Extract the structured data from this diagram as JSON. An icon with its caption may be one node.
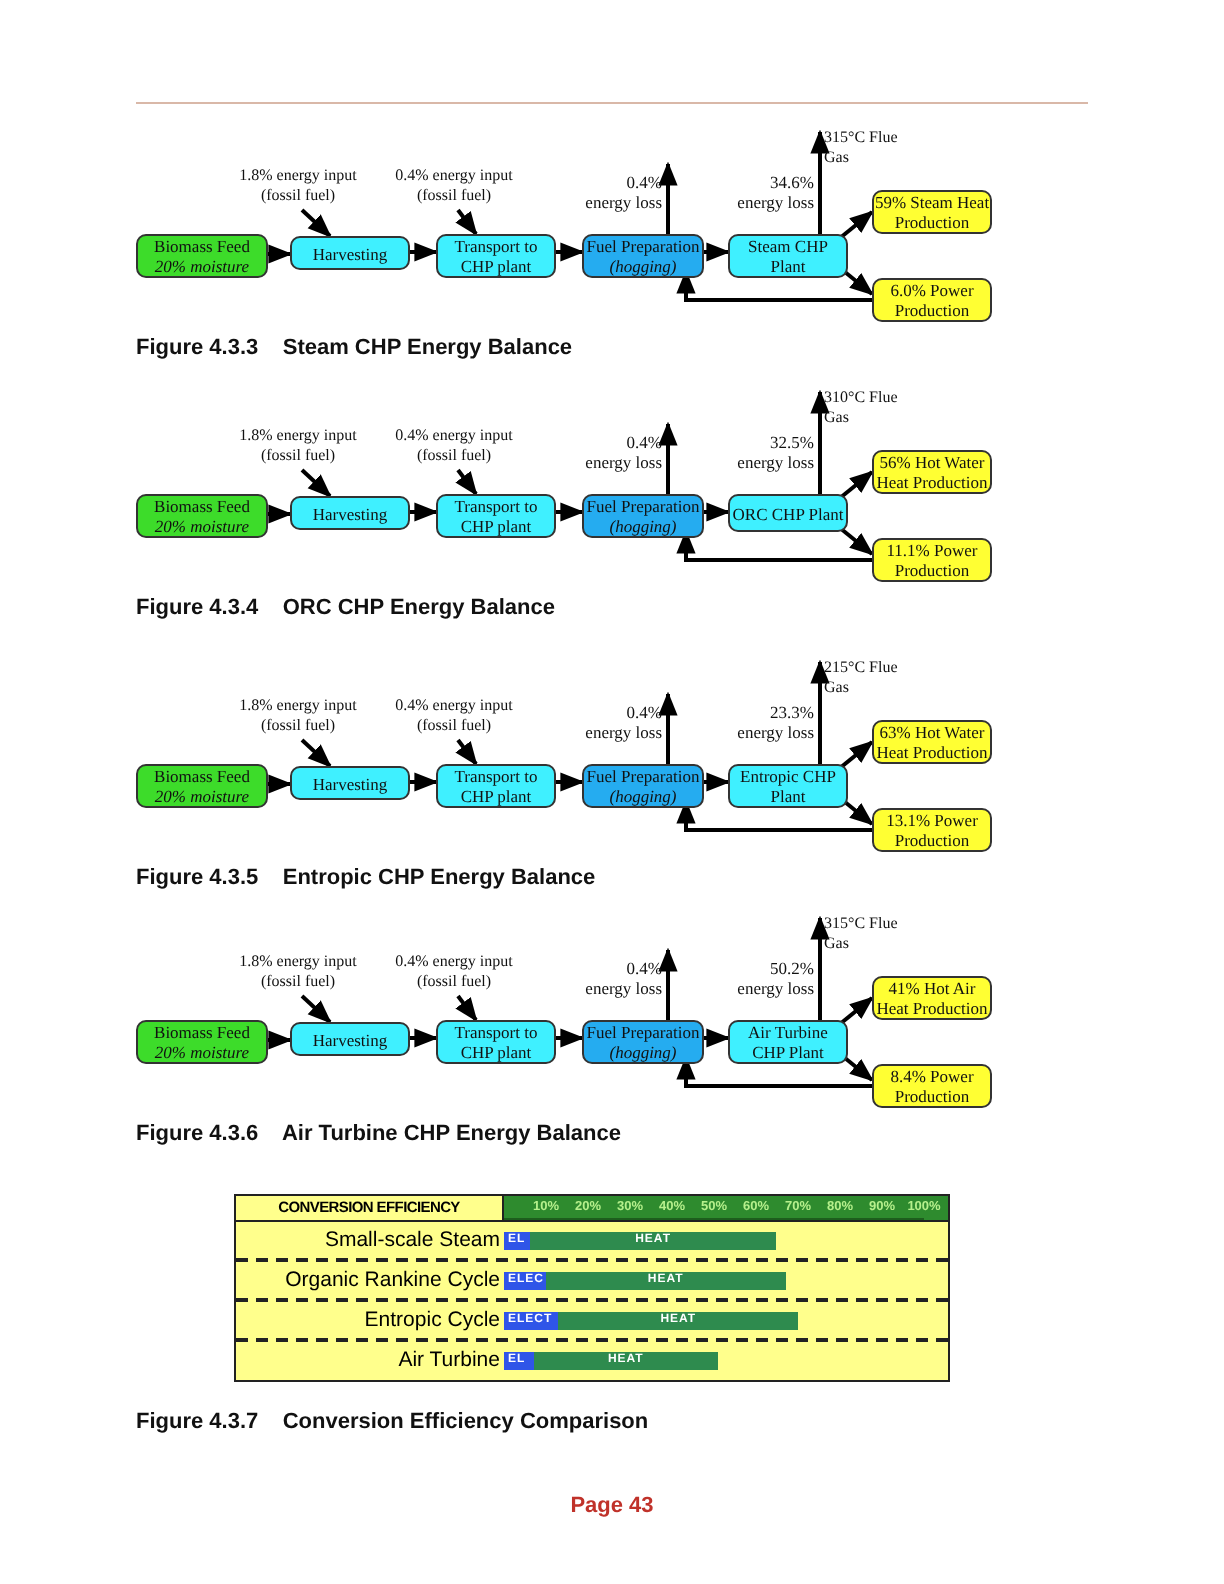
{
  "diagram": {
    "nodes": [
      {
        "text": [
          "1.8%  energy input (fossil fuel)"
        ]
      },
      {
        "text": [
          "0.4% energy input (fossil fuel)"
        ]
      },
      {
        "text": [
          "Biomass Feed",
          "20% moisture"
        ]
      },
      {
        "text": [
          "Harvesting"
        ]
      },
      {
        "text": [
          "Transport to CHP plant"
        ]
      },
      {
        "text": [
          "Fuel Preparation",
          "(hogging)"
        ]
      },
      {
        "text": [
          "Steam CHP Plant"
        ]
      },
      {
        "text": [
          "315°C Flue Gas"
        ]
      },
      {
        "text": [
          "59% Steam Heat Production"
        ]
      },
      {
        "text": [
          "6.0% Power Production"
        ]
      },
      {
        "text": [
          "1.8%  energy input (fossil fuel)"
        ]
      },
      {
        "text": [
          "0.4% energy input (fossil fuel)"
        ]
      },
      {
        "text": [
          "Biomass Feed",
          "20% moisture"
        ]
      },
      {
        "text": [
          "Harvesting"
        ]
      },
      {
        "text": [
          "Transport to CHP plant"
        ]
      },
      {
        "text": [
          "Fuel Preparation",
          "(hogging)"
        ]
      },
      {
        "text": [
          "ORC CHP Plant"
        ]
      },
      {
        "text": [
          "310°C Flue Gas"
        ]
      },
      {
        "text": [
          "56% Hot Water Heat Production"
        ]
      },
      {
        "text": [
          "11.1% Power Production"
        ]
      },
      {
        "text": [
          "1.8%  energy input (fossil fuel)"
        ]
      },
      {
        "text": [
          "0.4% energy input (fossil fuel)"
        ]
      },
      {
        "text": [
          "Biomass Feed",
          "20% moisture"
        ]
      },
      {
        "text": [
          "Harvesting"
        ]
      },
      {
        "text": [
          "Transport to CHP plant"
        ]
      },
      {
        "text": [
          "Fuel Preparation",
          "(hogging)"
        ]
      },
      {
        "text": [
          "Entropic CHP Plant"
        ]
      },
      {
        "text": [
          "215°C Flue Gas"
        ]
      },
      {
        "text": [
          "63% Hot Water Heat Production"
        ]
      },
      {
        "text": [
          "13.1% Power Production"
        ]
      },
      {
        "text": [
          "1.8%  energy input (fossil fuel)"
        ]
      },
      {
        "text": [
          "0.4% energy input (fossil fuel)"
        ]
      },
      {
        "text": [
          "Biomass Feed",
          "20% moisture"
        ]
      },
      {
        "text": [
          "Harvesting"
        ]
      },
      {
        "text": [
          "Transport to CHP plant"
        ]
      },
      {
        "text": [
          "Fuel Preparation",
          "(hogging)"
        ]
      },
      {
        "text": [
          "Air Turbine CHP Plant"
        ]
      },
      {
        "text": [
          "315°C Flue Gas"
        ]
      },
      {
        "text": [
          "41% Hot Air Heat Production"
        ]
      },
      {
        "text": [
          "8.4% Power Production"
        ]
      }
    ],
    "edges": [
      {
        "from": 0,
        "to": 3,
        "arrow": "to"
      },
      {
        "from": 1,
        "to": 4,
        "arrow": "to"
      },
      {
        "from": 2,
        "to": 3,
        "arrow": "to"
      },
      {
        "from": 3,
        "to": 4,
        "arrow": "to"
      },
      {
        "from": 4,
        "to": 5,
        "arrow": "to"
      },
      {
        "from": 5,
        "to": null,
        "arrow": "to",
        "label": "0.4% energy loss"
      },
      {
        "from": 5,
        "to": 6,
        "arrow": "to"
      },
      {
        "from": 6,
        "to": 7,
        "arrow": "to",
        "label": "34.6% energy loss"
      },
      {
        "from": 6,
        "to": 8,
        "arrow": "to"
      },
      {
        "from": 6,
        "to": 9,
        "arrow": "to"
      },
      {
        "from": 9,
        "to": 5,
        "arrow": "to"
      },
      {
        "from": 10,
        "to": 13,
        "arrow": "to"
      },
      {
        "from": 11,
        "to": 14,
        "arrow": "to"
      },
      {
        "from": 12,
        "to": 13,
        "arrow": "to"
      },
      {
        "from": 13,
        "to": 14,
        "arrow": "to"
      },
      {
        "from": 14,
        "to": 15,
        "arrow": "to"
      },
      {
        "from": 15,
        "to": null,
        "arrow": "to",
        "label": "0.4% energy loss"
      },
      {
        "from": 15,
        "to": 16,
        "arrow": "to"
      },
      {
        "from": 16,
        "to": 17,
        "arrow": "to",
        "label": "32.5% energy loss"
      },
      {
        "from": 16,
        "to": 18,
        "arrow": "to"
      },
      {
        "from": 16,
        "to": 19,
        "arrow": "to"
      },
      {
        "from": 19,
        "to": 15,
        "arrow": "to"
      },
      {
        "from": 20,
        "to": 23,
        "arrow": "to"
      },
      {
        "from": 21,
        "to": 24,
        "arrow": "to"
      },
      {
        "from": 22,
        "to": 23,
        "arrow": "to"
      },
      {
        "from": 23,
        "to": 24,
        "arrow": "to"
      },
      {
        "from": 24,
        "to": 25,
        "arrow": "to"
      },
      {
        "from": 25,
        "to": null,
        "arrow": "to",
        "label": "0.4% energy loss"
      },
      {
        "from": 25,
        "to": 26,
        "arrow": "to"
      },
      {
        "from": 26,
        "to": 27,
        "arrow": "to",
        "label": "23.3% energy loss"
      },
      {
        "from": 26,
        "to": 28,
        "arrow": "to"
      },
      {
        "from": 26,
        "to": 29,
        "arrow": "to"
      },
      {
        "from": 29,
        "to": 25,
        "arrow": "to"
      },
      {
        "from": 30,
        "to": 33,
        "arrow": "to"
      },
      {
        "from": 31,
        "to": 34,
        "arrow": "to"
      },
      {
        "from": 32,
        "to": 33,
        "arrow": "to"
      },
      {
        "from": 33,
        "to": 34,
        "arrow": "to"
      },
      {
        "from": 34,
        "to": 35,
        "arrow": "to"
      },
      {
        "from": 35,
        "to": null,
        "arrow": "to",
        "label": "0.4% energy loss"
      },
      {
        "from": 35,
        "to": 36,
        "arrow": "to"
      },
      {
        "from": 36,
        "to": 37,
        "arrow": "to",
        "label": "50.2% energy loss"
      },
      {
        "from": 36,
        "to": 38,
        "arrow": "to"
      },
      {
        "from": 36,
        "to": 39,
        "arrow": "to"
      },
      {
        "from": 39,
        "to": 35,
        "arrow": "to"
      }
    ],
    "labels": [
      "Figure 4.3.3    Steam CHP Energy Balance",
      "Figure 4.3.4    ORC CHP Energy Balance",
      "Figure 4.3.5    Entropic CHP Energy Balance",
      "Figure 4.3.6    Air Turbine CHP Energy Balance",
      "Figure 4.3.7    Conversion Efficiency Comparison",
      "Page 43"
    ],
    "chart_data": {
      "type": "bar",
      "title": "CONVERSION EFFICIENCY",
      "orientation": "horizontal",
      "stacked": true,
      "categories": [
        "Small-scale Steam",
        "Organic Rankine Cycle",
        "Entropic Cycle",
        "Air Turbine"
      ],
      "xlim": [
        0,
        100
      ],
      "xticks": [
        {
          "value": 10,
          "label": "10%"
        },
        {
          "value": 20,
          "label": "20%"
        },
        {
          "value": 30,
          "label": "30%"
        },
        {
          "value": 40,
          "label": "40%"
        },
        {
          "value": 50,
          "label": "50%"
        },
        {
          "value": 60,
          "label": "60%"
        },
        {
          "value": 70,
          "label": "70%"
        },
        {
          "value": 80,
          "label": "80%"
        },
        {
          "value": 90,
          "label": "90%"
        },
        {
          "value": 100,
          "label": "100%"
        }
      ],
      "series": [
        {
          "name": null,
          "color": "#2f55e8",
          "values": [
            6,
            10,
            13,
            7
          ]
        },
        {
          "name": null,
          "color": "#2e8b4e",
          "values": [
            59,
            57,
            57,
            44
          ]
        }
      ],
      "value_labels": [
        [
          "EL",
          "ELEC",
          "ELECT",
          "EL"
        ],
        [
          "HEAT",
          "HEAT",
          "HEAT",
          "HEAT"
        ]
      ]
    }
  }
}
